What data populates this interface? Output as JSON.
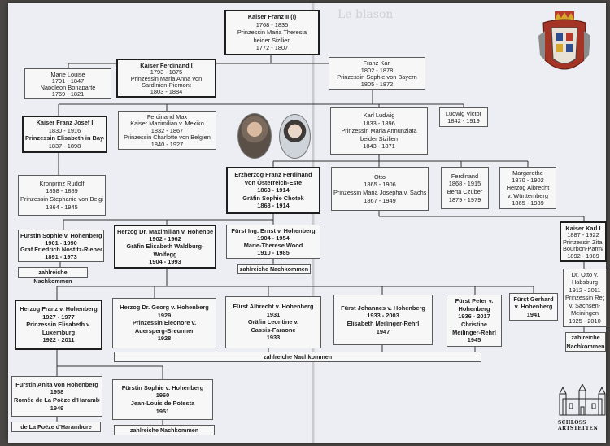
{
  "page_title": "Le blason",
  "boxes": {
    "franz2": [
      "Kaiser Franz II (I)",
      "1768 - 1835",
      "Prinzessin Maria Theresia",
      "beider Sizilien",
      "1772 - 1807"
    ],
    "marie_louise": [
      "Marie Louise",
      "1791 - 1847",
      "Napoleon Bonaparte",
      "1769 - 1821"
    ],
    "ferdinand1": [
      "Kaiser Ferdinand I",
      "1793 - 1875",
      "Prinzessin Maria Anna von",
      "Sardinien-Piemont",
      "1803 - 1884"
    ],
    "franz_karl": [
      "Franz Karl",
      "1802 - 1878",
      "Prinzessin Sophie von Bayern",
      "1805 - 1872"
    ],
    "franz_josef": [
      "Kaiser Franz Josef I",
      "1830 - 1916",
      "Prinzessin Elisabeth in Bayern Sisi",
      "1837 - 1898"
    ],
    "ferdinand_max": [
      "Ferdinand Max",
      "Kaiser Maximilian v. Mexiko",
      "1832 - 1867",
      "Prinzessin Charlotte von Belgien",
      "1840 - 1927"
    ],
    "karl_ludwig": [
      "Karl Ludwig",
      "1833 - 1896",
      "Prinzessin Maria Annunziata",
      "beider Sizilien",
      "1843 - 1871"
    ],
    "ludwig_victor": [
      "Ludwig Victor",
      "1842 - 1919"
    ],
    "rudolf": [
      "Kronprinz Rudolf",
      "1858 - 1889",
      "Prinzessin Stephanie von Belgien",
      "1864 - 1945"
    ],
    "franz_ferdinand": [
      "Erzherzog Franz Ferdinand",
      "von Österreich-Este",
      "1863 - 1914",
      "Gräfin Sophie Chotek",
      "1868 - 1914"
    ],
    "otto": [
      "Otto",
      "1865 - 1906",
      "Prinzessin Maria Josepha v. Sachsen",
      "1867 - 1949"
    ],
    "ferdinand_k": [
      "Ferdinand",
      "1868 - 1915",
      "Berta Czuber",
      "1879 - 1979"
    ],
    "margarethe": [
      "Margarethe",
      "1870 - 1902",
      "Herzog Albrecht",
      "v. Württemberg",
      "1865 - 1939"
    ],
    "sophie_hoh": [
      "Fürstin Sophie v. Hohenberg",
      "1901 - 1990",
      "Graf Friedrich Nostitz-Rieneck",
      "1891 - 1973"
    ],
    "maximilian_hoh": [
      "Herzog Dr. Maximilian v. Hohenberg",
      "1902 - 1962",
      "Gräfin Elisabeth Waldburg-",
      "Wolfegg",
      "1904 - 1993"
    ],
    "ernst_hoh": [
      "Fürst Ing. Ernst v. Hohenberg",
      "1904 - 1954",
      "Marie-Therese Wood",
      "1910 - 1985"
    ],
    "karl1": [
      "Kaiser Karl I",
      "1887 - 1922",
      "Prinzessin Zita v.",
      "Bourbon-Parma",
      "1892 - 1989"
    ],
    "otto_habsburg": [
      "Dr. Otto v.",
      "Habsburg",
      "1912 - 2011",
      "Prinzessin Regina",
      "v. Sachsen-",
      "Meiningen",
      "1925 - 2010"
    ],
    "franz_hoh": [
      "Herzog Franz v. Hohenberg",
      "1927 - 1977",
      "Prinzessin Elisabeth v.",
      "Luxemburg",
      "1922 - 2011"
    ],
    "georg_hoh": [
      "Herzog Dr. Georg v. Hohenberg",
      "1929",
      "Prinzessin Eleonore v.",
      "Auersperg-Breunner",
      "1928"
    ],
    "albrecht_hoh": [
      "Fürst Albrecht v. Hohenberg",
      "1931",
      "Gräfin Leontine v.",
      "Cassis-Faraone",
      "1933"
    ],
    "johannes_hoh": [
      "Fürst Johannes v. Hohenberg",
      "1933 - 2003",
      "Elisabeth Meilinger-Rehrl",
      "1947"
    ],
    "peter_hoh": [
      "Fürst Peter v.",
      "Hohenberg",
      "1936 - 2017",
      "Christine",
      "Meilinger-Rehrl",
      "1945"
    ],
    "gerhard_hoh": [
      "Fürst Gerhard",
      "v. Hohenberg",
      "1941"
    ],
    "anita_hoh": [
      "Fürstin Anita von Hohenberg",
      "1958",
      "Romée de La Poëze d'Harambure",
      "1949"
    ],
    "sophie2_hoh": [
      "Fürstin Sophie v. Hohenberg",
      "1960",
      "Jean-Louis de Potesta",
      "1951"
    ]
  },
  "tags": {
    "t1": "zahlreiche Nachkommen",
    "t2": "zahlreiche Nachkommen",
    "t3": "zahlreiche Nachkommen",
    "t4": "zahlreiche\nNachkommen",
    "t5": "de La Poëze d'Harambure",
    "t6": "zahlreiche Nachkommen"
  },
  "castle_label": "SCHLOSS ARTSTETTEN",
  "colors": {
    "paper": "#edeef3",
    "ink": "#222222",
    "box": "#f7f7f8"
  }
}
